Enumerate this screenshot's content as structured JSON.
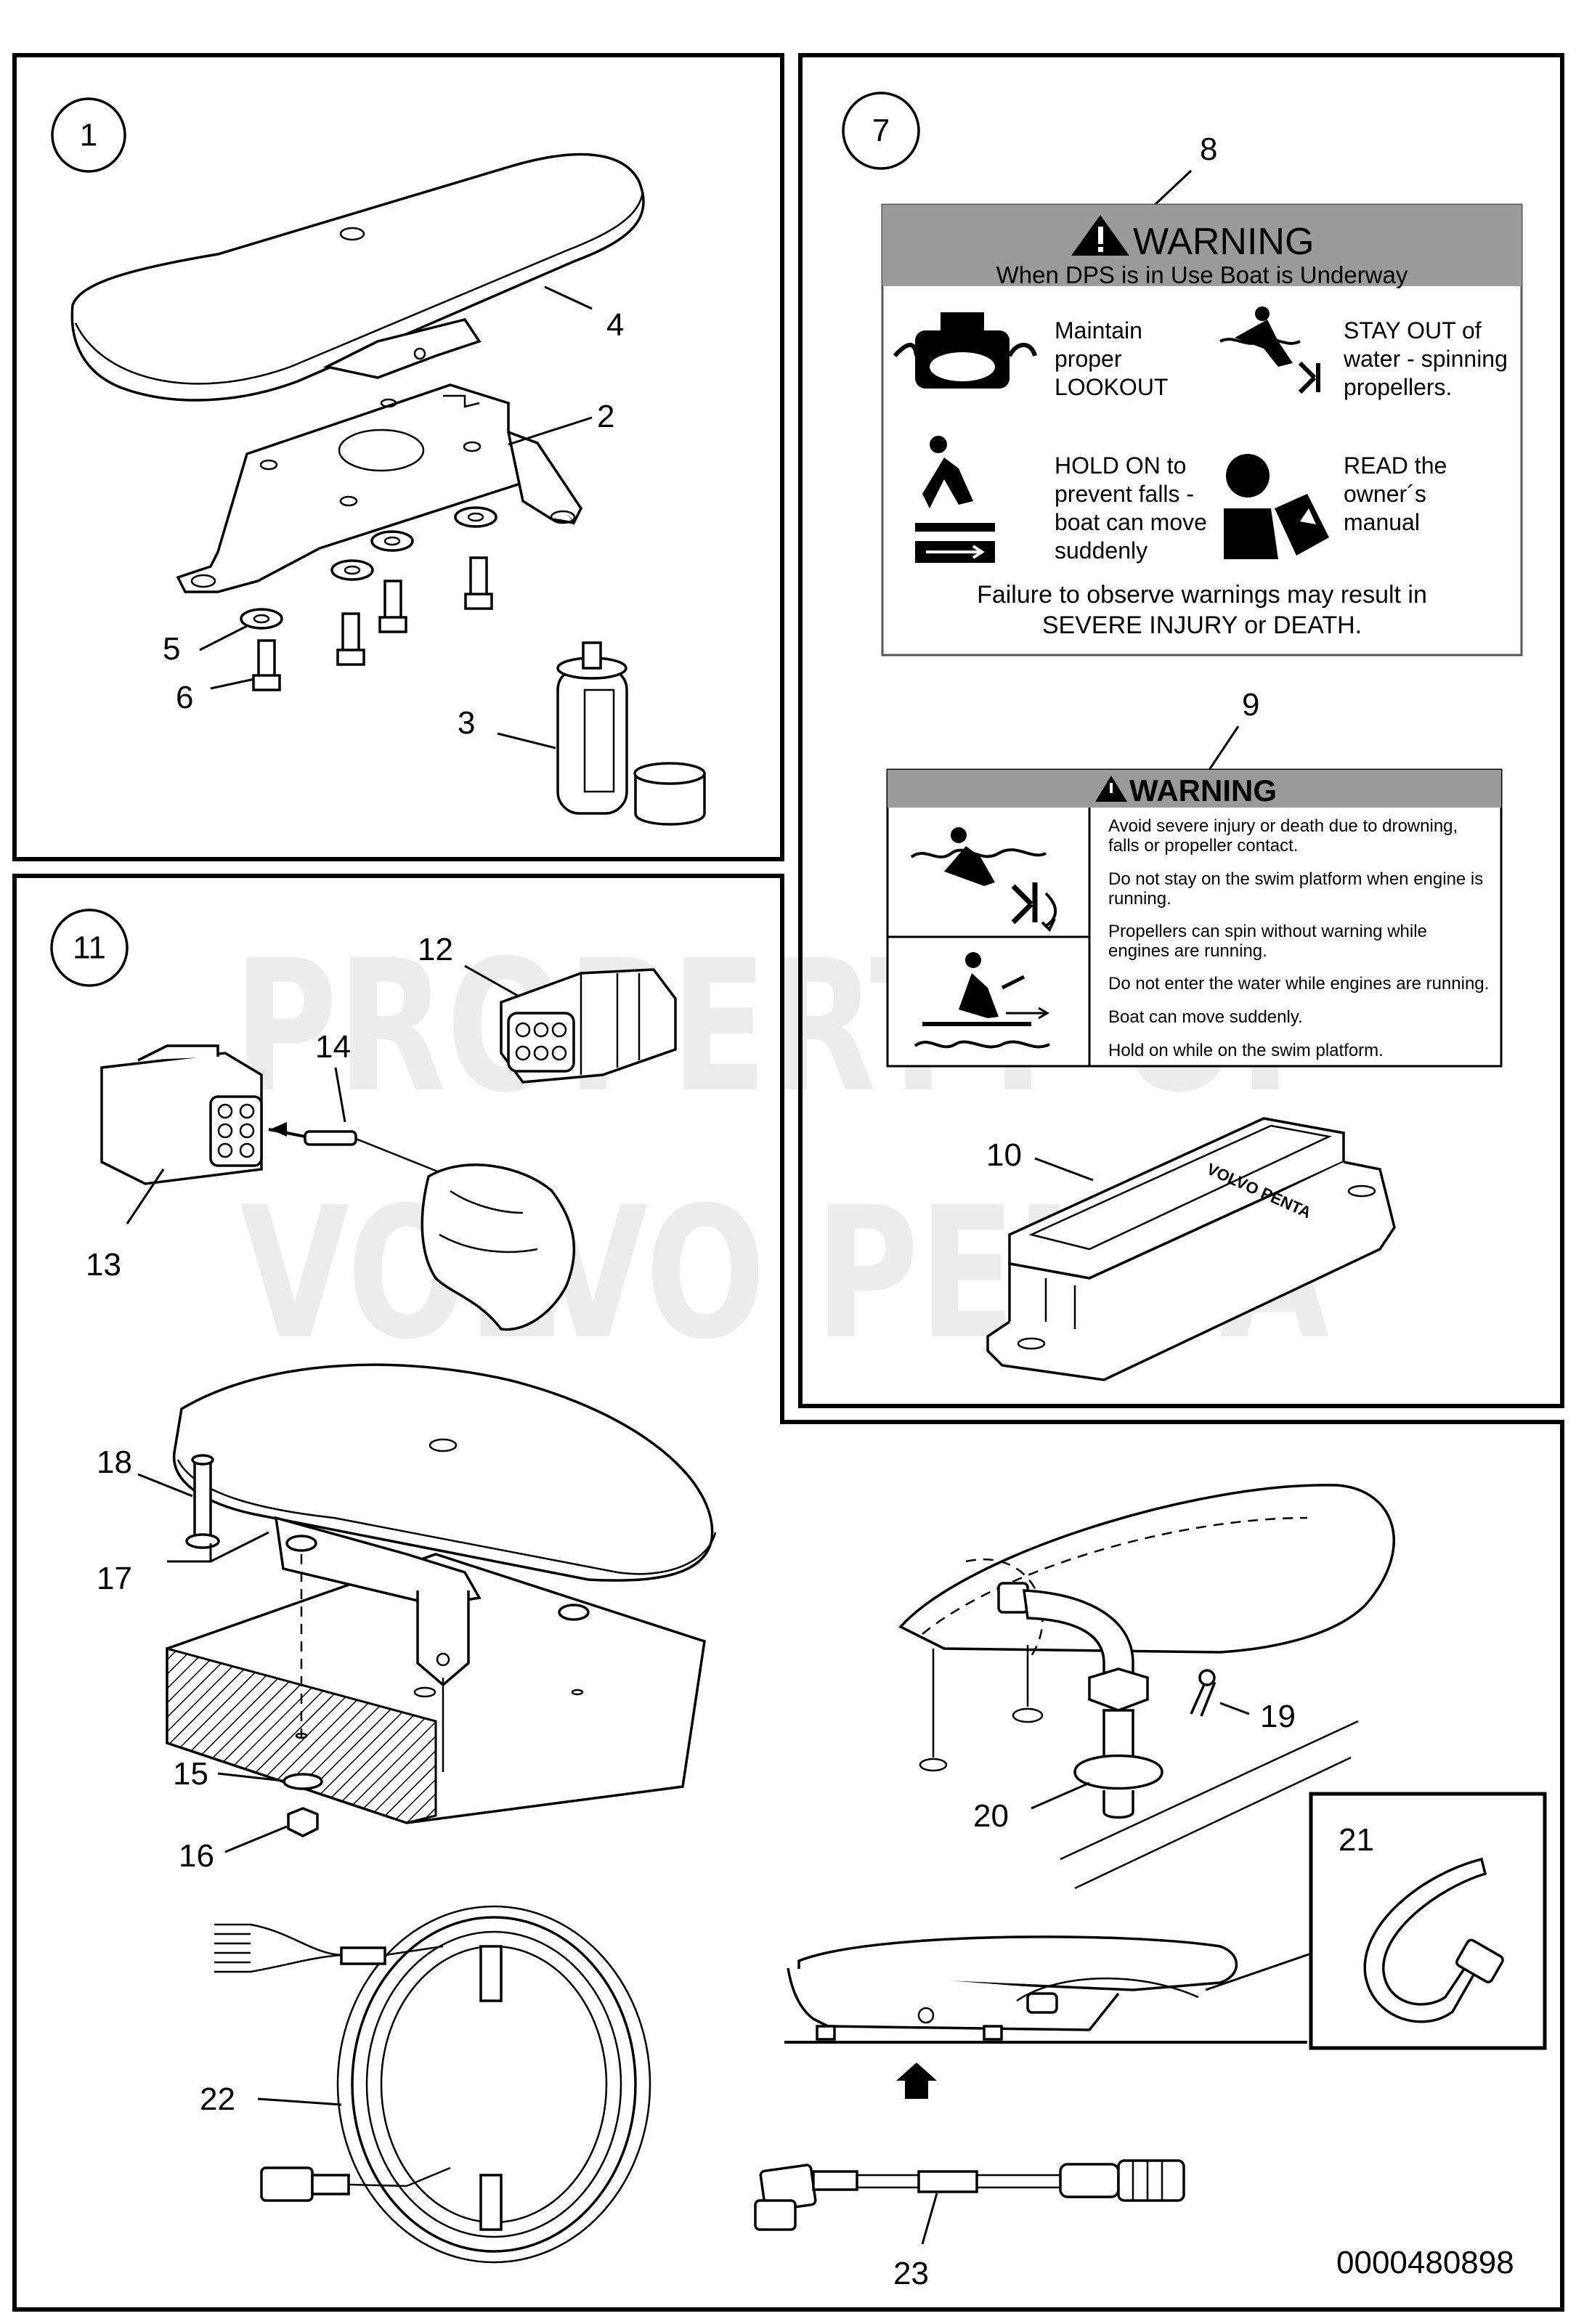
{
  "watermark": {
    "line1": "PROPERTY OF",
    "line2": "VOLVO PENTA"
  },
  "figure_id": "0000480898",
  "panels": {
    "p1": {
      "number": "1"
    },
    "p7": {
      "number": "7"
    },
    "p11": {
      "number": "11"
    }
  },
  "callouts": {
    "c2": "2",
    "c3": "3",
    "c4": "4",
    "c5": "5",
    "c6": "6",
    "c8": "8",
    "c9": "9",
    "c10": "10",
    "c12": "12",
    "c13": "13",
    "c14": "14",
    "c15": "15",
    "c16": "16",
    "c17": "17",
    "c18": "18",
    "c19": "19",
    "c20": "20",
    "c21": "21",
    "c22": "22",
    "c23": "23"
  },
  "warning_decal_8": {
    "header": "WARNING",
    "subheader": "When DPS is in Use Boat is Underway",
    "items": [
      {
        "lines": [
          "Maintain",
          "proper",
          "LOOKOUT"
        ],
        "icon": "lookout-icon"
      },
      {
        "lines": [
          "STAY OUT of",
          "water - spinning",
          "propellers."
        ],
        "icon": "swimmer-propeller-icon"
      },
      {
        "lines": [
          "HOLD ON to",
          "prevent falls -",
          "boat can move",
          "suddenly"
        ],
        "icon": "falling-person-icon"
      },
      {
        "lines": [
          "READ the",
          "owner´s",
          "manual"
        ],
        "icon": "read-manual-icon"
      }
    ],
    "footer": [
      "Failure to observe warnings may result in",
      "SEVERE INJURY or DEATH."
    ]
  },
  "warning_decal_9": {
    "header": "WARNING",
    "lines": [
      [
        "Avoid severe injury or death due to drowning,",
        "falls or propeller contact."
      ],
      [
        "Do not stay on the swim platform when engine is",
        "running."
      ],
      [
        "Propellers can spin without warning while",
        "engines are running."
      ],
      [
        "Do not enter the water while engines are running."
      ],
      [
        "Boat can move suddenly."
      ],
      [
        "Hold on while on the swim platform."
      ]
    ]
  },
  "module_10_text": "VOLVO PENTA"
}
